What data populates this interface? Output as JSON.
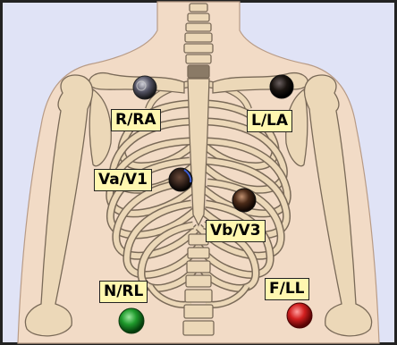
{
  "diagram": {
    "labels": {
      "ra": "R/RA",
      "la": "L/LA",
      "v1": "Va/V1",
      "v3": "Vb/V3",
      "rl": "N/RL",
      "ll": "F/LL"
    },
    "colors": {
      "background": "#e0e3f6",
      "skin": "#f2dbc6",
      "bone": "#ecd8b8",
      "bone_outline": "#7a6a58",
      "label_fill": "#fff7b0",
      "electrode_dark": "#1a1410",
      "electrode_ra": "#555566",
      "electrode_v1": "#2b1c16",
      "electrode_v3": "#4a2a18",
      "electrode_rl": "#1f9a2c",
      "electrode_ll": "#d21f1f"
    }
  }
}
